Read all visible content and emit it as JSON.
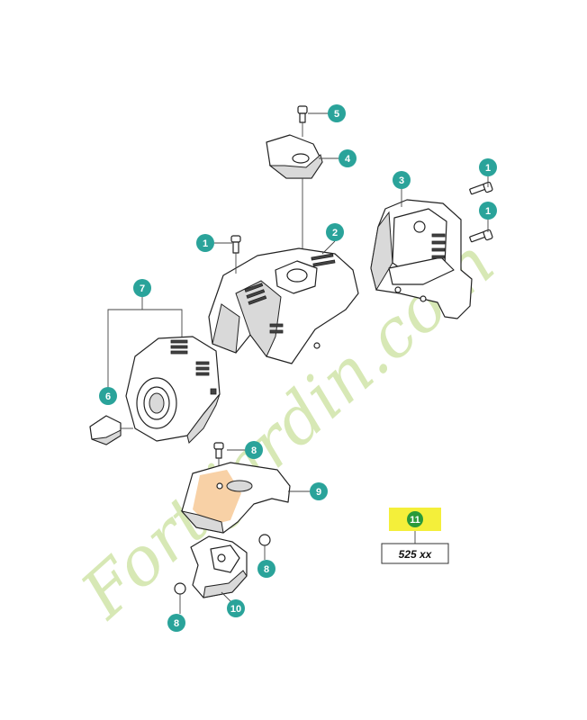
{
  "colors": {
    "callout": "#2aa39a",
    "kit_badge": "#f4ef3a",
    "kit_badge_circle": "#2a9a3a",
    "watermark": "#b7d77a",
    "highlight": "#f3b36a"
  },
  "callouts": [
    {
      "id": "c5",
      "label": "5"
    },
    {
      "id": "c4",
      "label": "4"
    },
    {
      "id": "c2",
      "label": "2"
    },
    {
      "id": "c1a",
      "label": "1"
    },
    {
      "id": "c3",
      "label": "3"
    },
    {
      "id": "c1b",
      "label": "1"
    },
    {
      "id": "c1c",
      "label": "1"
    },
    {
      "id": "c7",
      "label": "7"
    },
    {
      "id": "c6",
      "label": "6"
    },
    {
      "id": "c8a",
      "label": "8"
    },
    {
      "id": "c9",
      "label": "9"
    },
    {
      "id": "c8b",
      "label": "8"
    },
    {
      "id": "c8c",
      "label": "8"
    },
    {
      "id": "c10",
      "label": "10"
    }
  ],
  "kit": {
    "label": "11",
    "model": "525 xx"
  },
  "watermark_text": "Fort-jardin.com"
}
